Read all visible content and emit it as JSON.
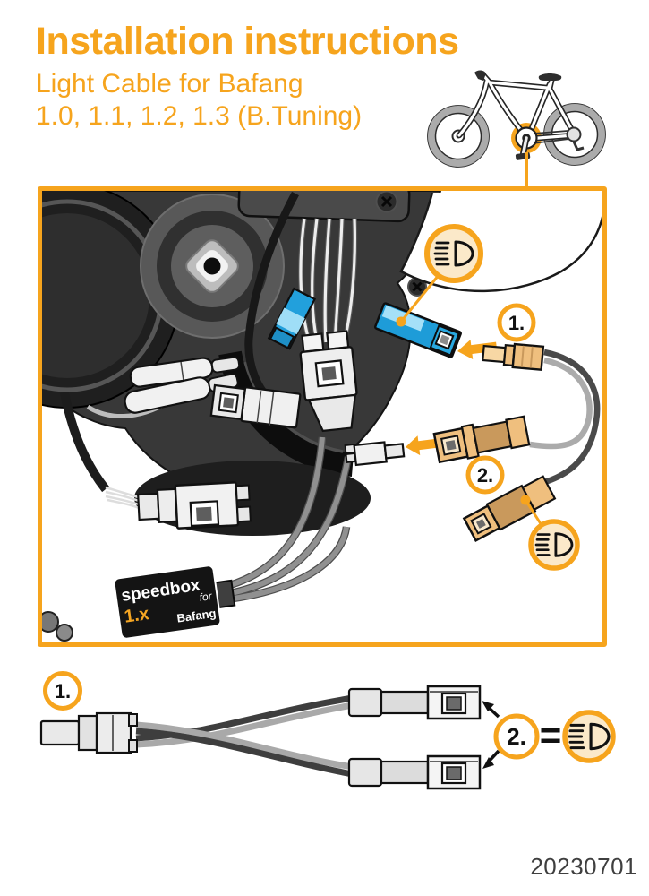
{
  "colors": {
    "brand_orange": "#F6A41D",
    "cream": "#FBE9C9",
    "connector_blue": "#29A8E0",
    "connector_blue_light": "#A5E0F8",
    "connector_tan": "#EFBF7E",
    "connector_tan_dark": "#C9995C",
    "cable_light": "#ABABAB",
    "cable_dark": "#4A4A4A",
    "outline_black": "#111111"
  },
  "header": {
    "title": "Installation instructions",
    "subtitle_line1": "Light Cable for Bafang",
    "subtitle_line2": "1.0, 1.1, 1.2, 1.3 (B.Tuning)"
  },
  "figure": {
    "step1_label": "1.",
    "step2_label": "2.",
    "equals_sign": "="
  },
  "device": {
    "brand": "speedbox",
    "model": "1.x",
    "for_label": "for",
    "platform_label": "Bafang"
  },
  "icons": {
    "headlight": "headlight-low-beam-icon"
  },
  "footer": {
    "date_code": "20230701"
  }
}
